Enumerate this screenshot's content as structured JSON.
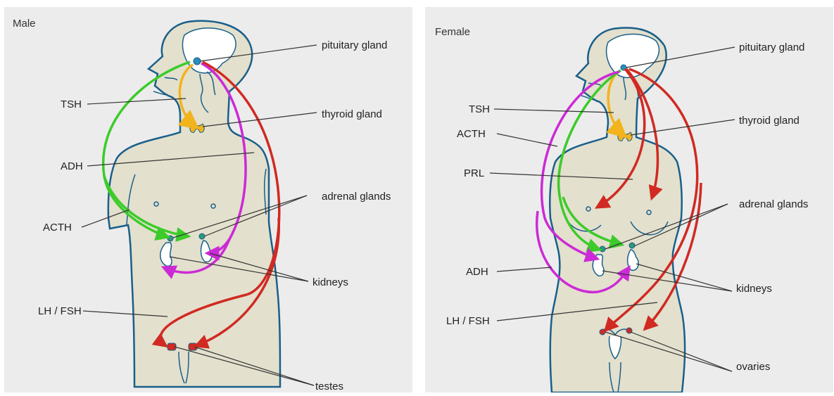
{
  "male": {
    "title": "Male",
    "labels": {
      "pituitary": "pituitary gland",
      "thyroid": "thyroid gland",
      "adrenal": "adrenal glands",
      "kidneys": "kidneys",
      "testes": "testes",
      "tsh": "TSH",
      "adh": "ADH",
      "acth": "ACTH",
      "lhfsh": "LH / FSH"
    }
  },
  "female": {
    "title": "Female",
    "labels": {
      "pituitary": "pituitary gland",
      "thyroid": "thyroid gland",
      "adrenal": "adrenal glands",
      "kidneys": "kidneys",
      "ovaries": "ovaries",
      "tsh": "TSH",
      "acth": "ACTH",
      "prl": "PRL",
      "adh": "ADH",
      "lhfsh": "LH / FSH"
    }
  },
  "colors": {
    "background": "#ececec",
    "body_fill": "#e3e0cd",
    "body_outline": "#1a5f8a",
    "brain": "#ffffff",
    "tsh_arrow": "#f2b31c",
    "acth_arrow": "#3ccb2a",
    "adh_arrow": "#cc2ad6",
    "lhfsh_arrow": "#d02a22",
    "leader_line": "#333333"
  }
}
